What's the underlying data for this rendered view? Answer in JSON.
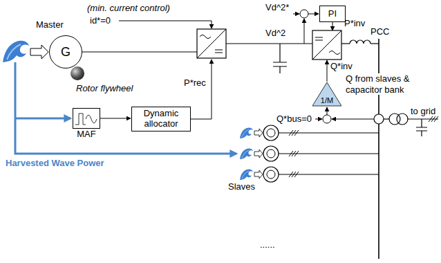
{
  "diagram": {
    "nodes": [
      {
        "text": [
          "G"
        ]
      },
      {
        "text": [
          "PI"
        ]
      },
      {
        "text": [
          "MAF"
        ]
      },
      {
        "text": [
          "Dynamic allocator"
        ]
      },
      {
        "text": [
          "1/M"
        ]
      }
    ],
    "edges": [
      {
        "from": 2,
        "to": 3,
        "arrow": "to"
      }
    ],
    "labels": [
      "Master",
      "(min. current control)",
      "id*=0",
      "Vd^2*",
      "Vd^2",
      "P*inv",
      "PCC",
      "Rotor flywheel",
      "P*rec",
      "Q*inv",
      "Q from slaves & capacitor bank",
      "Q*bus=0",
      "to grid",
      "Harvested Wave Power",
      "Slaves",
      "......"
    ]
  }
}
